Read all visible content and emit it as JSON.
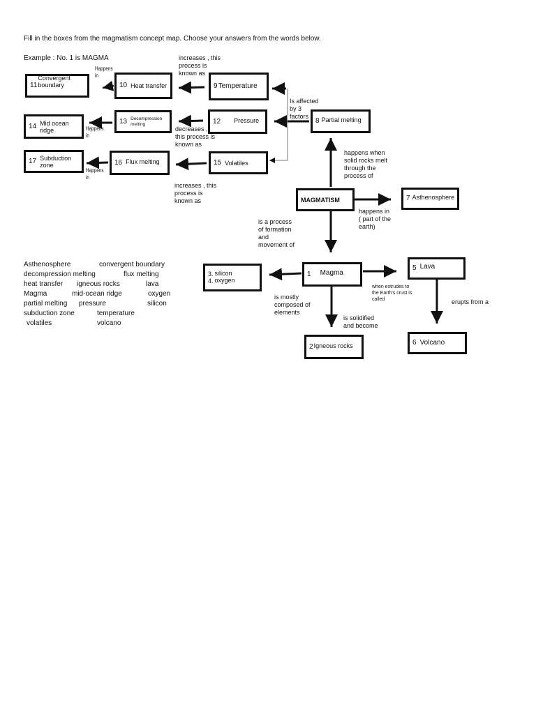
{
  "instructions": "Fill in the boxes from the magmatism concept map. Choose your answers from the words below.",
  "example": "Example : No. 1 is MAGMA",
  "boxes": {
    "b11": {
      "num": "11",
      "label": "Convergent\nboundary"
    },
    "b10": {
      "num": "10",
      "label": "Heat transfer"
    },
    "b9": {
      "num": "9",
      "label": "Temperature"
    },
    "b14": {
      "num": "14",
      "label": "Mid ocean\nridge"
    },
    "b13": {
      "num": "13",
      "label": "Decompression\nmelting"
    },
    "b12": {
      "num": "12",
      "label": "Pressure"
    },
    "b8": {
      "num": "8",
      "label": "Partial melting"
    },
    "b17": {
      "num": "17",
      "label": "Subduction\nzone"
    },
    "b16": {
      "num": "16",
      "label": "Flux melting"
    },
    "b15": {
      "num": "15",
      "label": "Volatiles"
    },
    "magmatism": {
      "label": "MAGMATISM"
    },
    "b7": {
      "num": "7",
      "label": "Asthenosphere"
    },
    "b34": {
      "num": "3.\n4.",
      "label": "silicon\noxygen"
    },
    "b1": {
      "num": "1",
      "label": "Magma"
    },
    "b5": {
      "num": "5",
      "label": "Lava"
    },
    "b2": {
      "num": "2",
      "label": "Igneous rocks"
    },
    "b6": {
      "num": "6",
      "label": "Volcano"
    }
  },
  "links": {
    "happens_in_1": "Happens\nin",
    "happens_in_2": "Happens\nin",
    "happens_in_3": "Happens\nin",
    "increases_1": "increases , this\nprocess is\nknown as",
    "decreases": "decreases ,\nthis process is\nknown as",
    "increases_2": "increases , this\nprocess is\nknown as",
    "affected": "Is affected\nby 3\nfactors",
    "happens_when": "happens when\nsolid rocks melt\nthrough the\nprocess of",
    "happens_in_part": "happens in\n( part of the\nearth)",
    "is_process": "is a process\nof formation\nand\nmovement of",
    "mostly_composed": "is mostly\ncomposed of\nelements",
    "solidified": "is solidified\nand become",
    "extrudes": "when extrudes to\nthe Earth's crust is\ncalled",
    "erupts": "erupts from a"
  },
  "word_bank": [
    [
      "Asthenosphere",
      "convergent boundary"
    ],
    [
      "decompression melting",
      "flux melting"
    ],
    [
      "heat transfer",
      "igneous rocks",
      "lava"
    ],
    [
      "Magma",
      "mid-ocean ridge",
      "oxygen"
    ],
    [
      "partial melting",
      "pressure",
      "silicon"
    ],
    [
      "subduction zone",
      "temperature"
    ],
    [
      "volatiles",
      "volcano"
    ]
  ]
}
